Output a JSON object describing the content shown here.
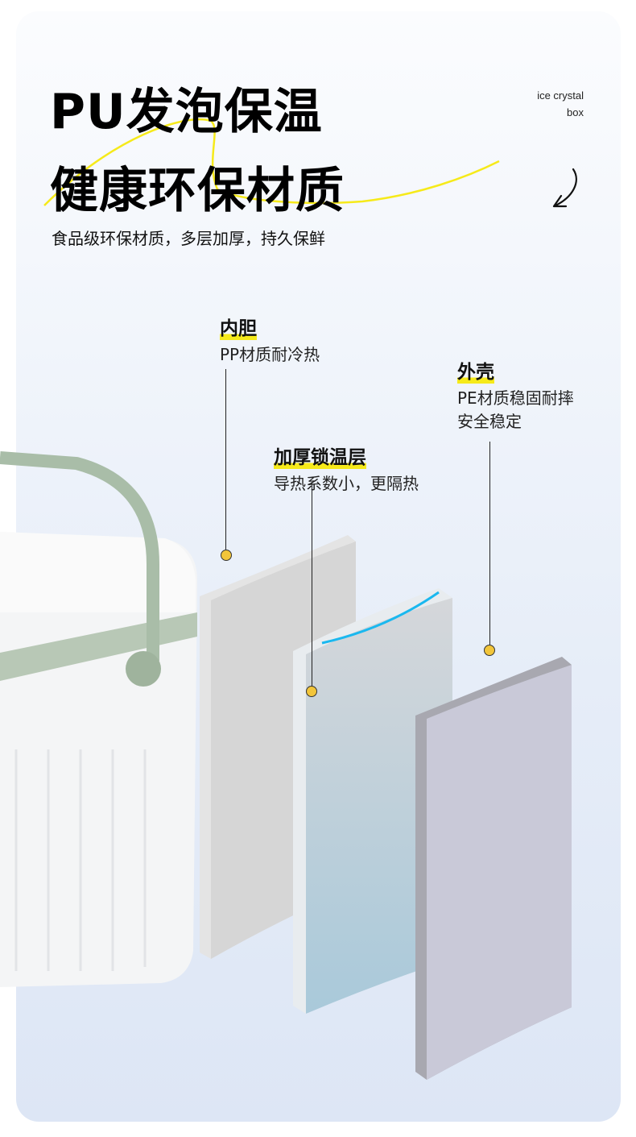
{
  "headline": {
    "line1": "PU发泡保温",
    "line2": "健康环保材质",
    "subtitle": "食品级环保材质，多层加厚，持久保鲜"
  },
  "brand": {
    "line1": "ice crystal",
    "line2": "box"
  },
  "layers": [
    {
      "title": "内胆",
      "desc": [
        "PP材质耐冷热"
      ]
    },
    {
      "title": "加厚锁温层",
      "desc": [
        "导热系数小，更隔热"
      ]
    },
    {
      "title": "外壳",
      "desc": [
        "PE材质稳固耐摔",
        "安全稳定"
      ]
    }
  ],
  "colors": {
    "accent": "#f6ea1a",
    "dot": "#f2c53a",
    "handle": "#a9bda8"
  }
}
